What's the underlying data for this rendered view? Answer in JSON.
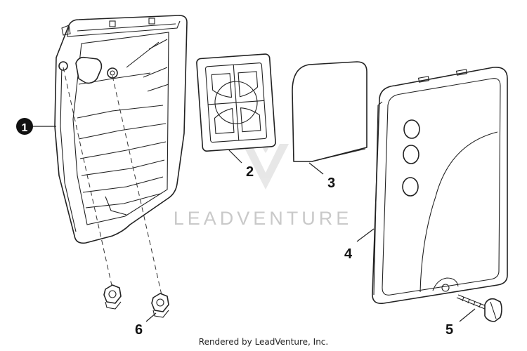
{
  "callouts": {
    "c1": "1",
    "c2": "2",
    "c3": "3",
    "c4": "4",
    "c5": "5",
    "c6": "6"
  },
  "watermark": "LEADVENTURE",
  "footer": "Rendered by LeadVenture, Inc.",
  "colors": {
    "line": "#222222",
    "background": "#ffffff",
    "watermark": "#c9c9c9"
  }
}
